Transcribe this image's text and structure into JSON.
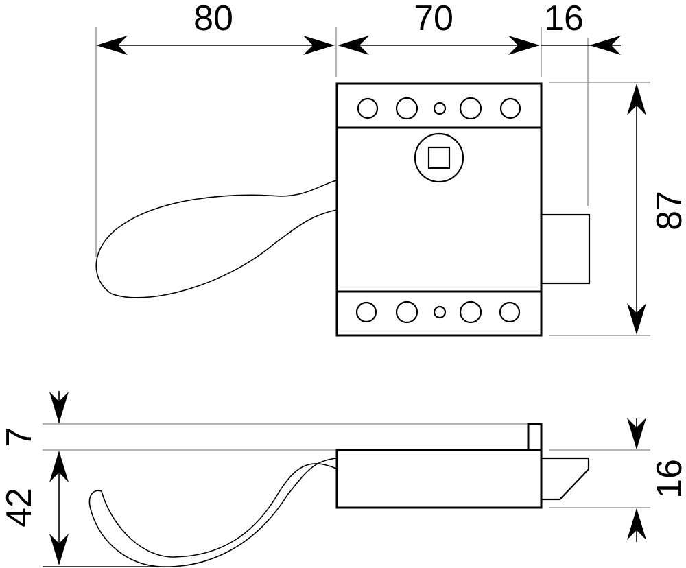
{
  "dimensions": {
    "handle_reach": "80",
    "body_width": "70",
    "bolt_projection": "16",
    "body_height": "87",
    "flange_thickness": "7",
    "side_depth": "42",
    "bolt_height": "16"
  }
}
